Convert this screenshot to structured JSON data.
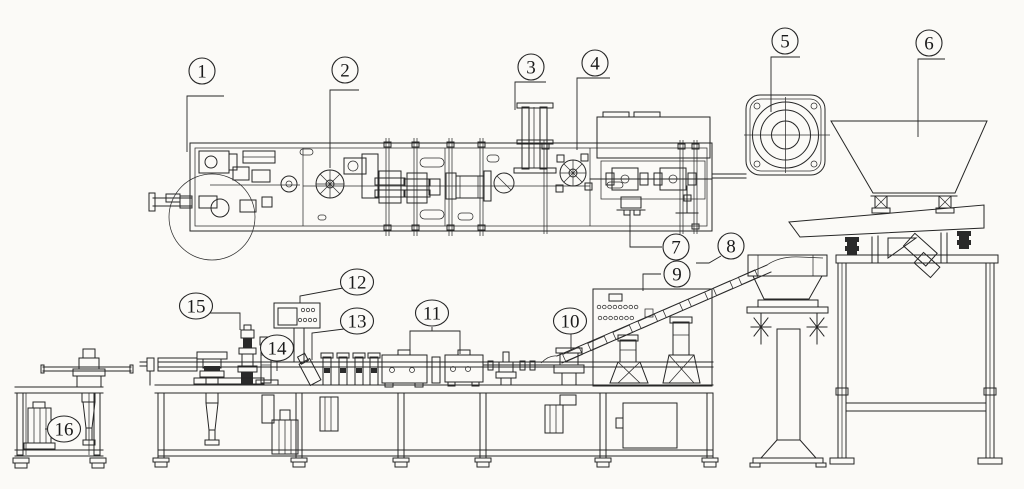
{
  "drawing": {
    "background": "#fbfaf7",
    "ink": "#262626",
    "callouts": [
      {
        "number": "1"
      },
      {
        "number": "2"
      },
      {
        "number": "3"
      },
      {
        "number": "4"
      },
      {
        "number": "5"
      },
      {
        "number": "6"
      },
      {
        "number": "7"
      },
      {
        "number": "8"
      },
      {
        "number": "9"
      },
      {
        "number": "10"
      },
      {
        "number": "11"
      },
      {
        "number": "12"
      },
      {
        "number": "13"
      },
      {
        "number": "14"
      },
      {
        "number": "15"
      },
      {
        "number": "16"
      }
    ]
  }
}
